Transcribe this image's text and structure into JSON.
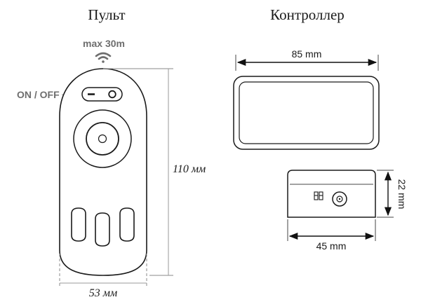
{
  "remote": {
    "title": "Пульт",
    "range_label": "max 30m",
    "power_label": "ON / OFF",
    "height_label": "110 мм",
    "width_label": "53 мм"
  },
  "controller": {
    "title": "Контроллер",
    "length_label": "85 mm",
    "width_label": "45 mm",
    "height_label": "22 mm"
  },
  "icons": [
    "wifi-signal-icon",
    "power-switch-icon",
    "dip-switch-icon",
    "dc-jack-icon"
  ]
}
